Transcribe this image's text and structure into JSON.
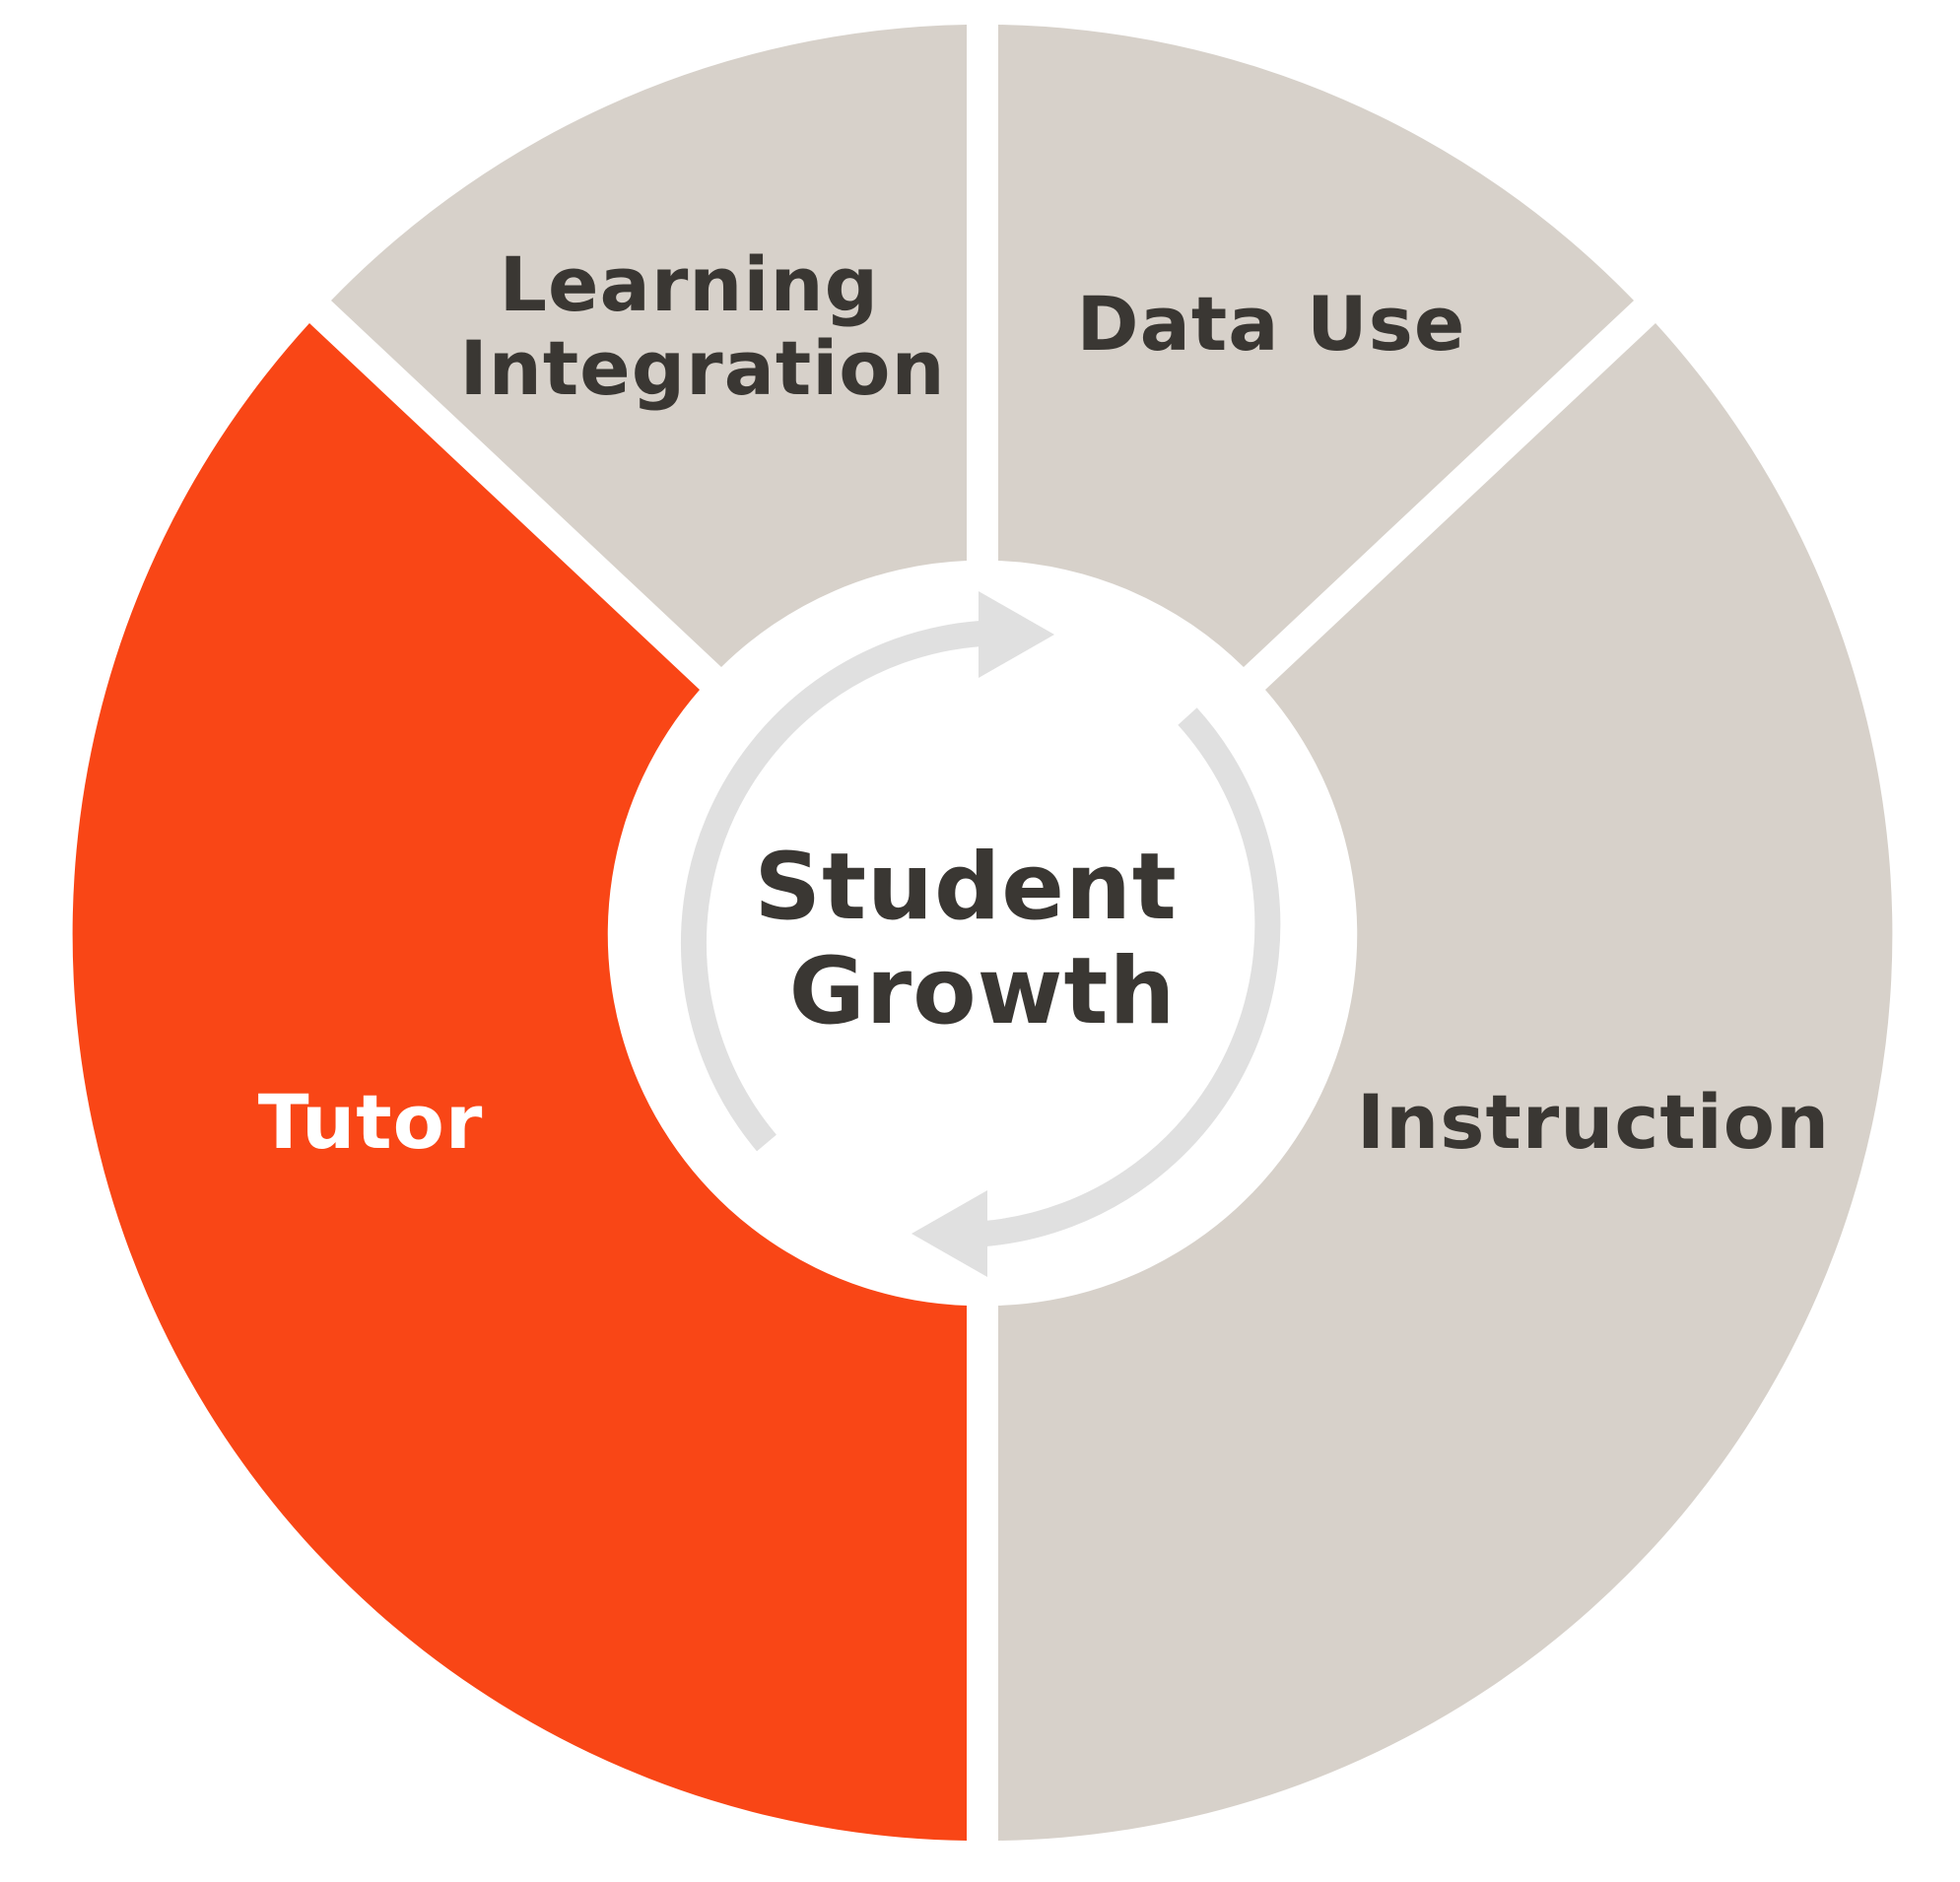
{
  "colors": {
    "neutral_segment": "#d7d1ca",
    "highlight_segment": "#f94616",
    "dark_text": "#3a3733",
    "light_text": "#ffffff",
    "cycle_arrows": "#e0e0e0",
    "background": "#ffffff"
  },
  "segments": [
    {
      "lines": [
        "Learning",
        "Integration"
      ],
      "highlight": false
    },
    {
      "lines": [
        "Data Use"
      ],
      "highlight": false
    },
    {
      "lines": [
        "Instruction"
      ],
      "highlight": false
    },
    {
      "lines": [
        "Tutor"
      ],
      "highlight": true
    }
  ],
  "center": {
    "lines": [
      "Student",
      "Growth"
    ],
    "icon": "cycle-arrows-icon"
  }
}
